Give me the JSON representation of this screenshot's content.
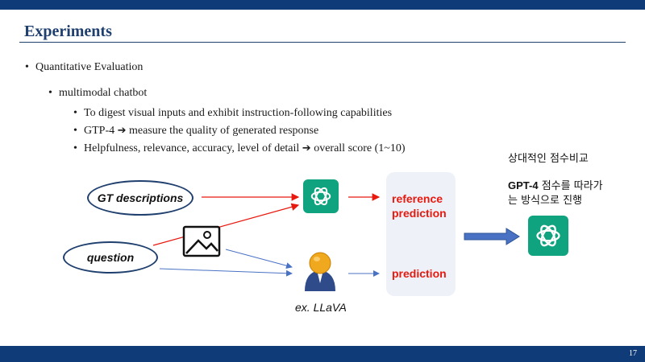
{
  "slide": {
    "title": "Experiments",
    "page_number": "17"
  },
  "bullets": {
    "level1": "Quantitative  Evaluation",
    "level2": "multimodal  chatbot",
    "items": [
      {
        "text": "To digest visual inputs and exhibit instruction-following capabilities",
        "arrow": "",
        "after": ""
      },
      {
        "text": "GTP-4 ",
        "arrow": "➔",
        "after": " measure the quality of generated response"
      },
      {
        "text": "Helpfulness, relevance, accuracy, level of detail ",
        "arrow": "➔",
        "after": " overall score (1~10)"
      }
    ]
  },
  "diagram": {
    "gt_label": "GT descriptions",
    "question_label": "question",
    "reference_label_line1": "reference",
    "reference_label_line2": "prediction",
    "prediction_label": "prediction",
    "llava_caption": "ex. LLaVA",
    "icons": [
      "openai-logo-icon",
      "image-icon",
      "user-avatar-icon",
      "openai-logo-icon"
    ]
  },
  "notes": {
    "korean_line1": "상대적인 점수비교",
    "korean_line2_bold": "GPT-4",
    "korean_line2_rest": " 점수를 따라가",
    "korean_line3": "는 방식으로 진행"
  },
  "colors": {
    "bar": "#0f3b78",
    "title": "#1f3f6e",
    "gpt_green": "#10a37f",
    "red_text": "#e8190f",
    "panel": "#eef1f8",
    "blue_arrow": "#4a72c4"
  }
}
